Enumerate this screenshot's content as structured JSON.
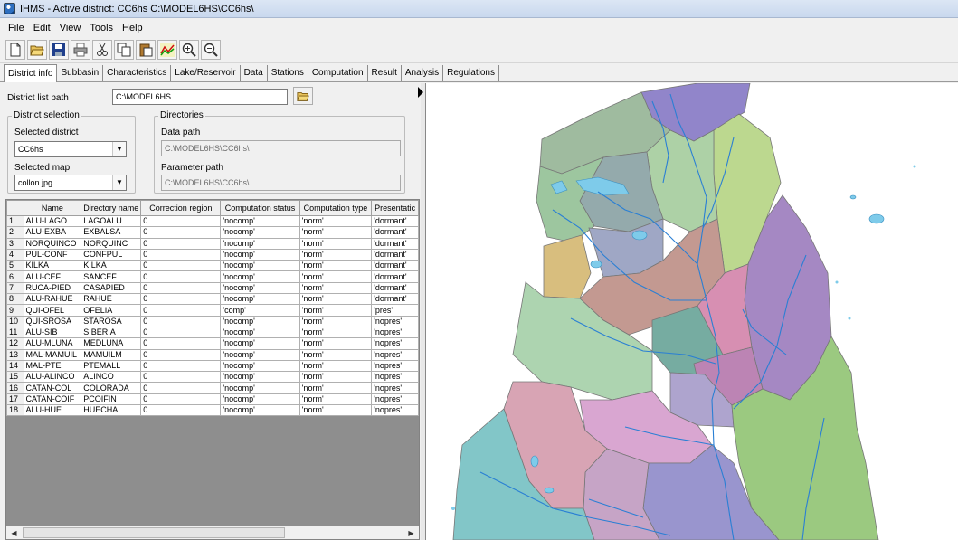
{
  "window": {
    "title": "IHMS - Active district: CC6hs C:\\MODEL6HS\\CC6hs\\"
  },
  "menu": [
    "File",
    "Edit",
    "View",
    "Tools",
    "Help"
  ],
  "toolbar": [
    {
      "icon": "new-file-icon"
    },
    {
      "icon": "open-folder-icon"
    },
    {
      "icon": "save-icon"
    },
    {
      "icon": "print-icon"
    },
    {
      "icon": "cut-icon"
    },
    {
      "icon": "copy-icon"
    },
    {
      "icon": "paste-icon"
    },
    {
      "icon": "chart-icon"
    },
    {
      "icon": "zoom-in-icon"
    },
    {
      "icon": "zoom-out-icon"
    }
  ],
  "tabs": [
    "District info",
    "Subbasin",
    "Characteristics",
    "Lake/Reservoir",
    "Data",
    "Stations",
    "Computation",
    "Result",
    "Analysis",
    "Regulations"
  ],
  "district": {
    "list_path_label": "District list path",
    "list_path_value": "C:\\MODEL6HS",
    "selection_group": "District selection",
    "selected_district_label": "Selected district",
    "selected_district_value": "CC6hs",
    "selected_map_label": "Selected map",
    "selected_map_value": "collon.jpg",
    "directories_group": "Directories",
    "data_path_label": "Data path",
    "data_path_value": "C:\\MODEL6HS\\CC6hs\\",
    "parameter_path_label": "Parameter path",
    "parameter_path_value": "C:\\MODEL6HS\\CC6hs\\"
  },
  "grid": {
    "columns": [
      "",
      "Name",
      "Directory name",
      "Correction region",
      "Computation status",
      "Computation type",
      "Presentatic"
    ],
    "rows": [
      [
        "1",
        "ALU-LAGO",
        "LAGOALU",
        "0",
        "'nocomp'",
        "'norm'",
        "'dormant'"
      ],
      [
        "2",
        "ALU-EXBA",
        "EXBALSA",
        "0",
        "'nocomp'",
        "'norm'",
        "'dormant'"
      ],
      [
        "3",
        "NORQUINCO",
        "NORQUINC",
        "0",
        "'nocomp'",
        "'norm'",
        "'dormant'"
      ],
      [
        "4",
        "PUL-CONF",
        "CONFPUL",
        "0",
        "'nocomp'",
        "'norm'",
        "'dormant'"
      ],
      [
        "5",
        "KILKA",
        "KILKA",
        "0",
        "'nocomp'",
        "'norm'",
        "'dormant'"
      ],
      [
        "6",
        "ALU-CEF",
        "SANCEF",
        "0",
        "'nocomp'",
        "'norm'",
        "'dormant'"
      ],
      [
        "7",
        "RUCA-PIED",
        "CASAPIED",
        "0",
        "'nocomp'",
        "'norm'",
        "'dormant'"
      ],
      [
        "8",
        "ALU-RAHUE",
        "RAHUE",
        "0",
        "'nocomp'",
        "'norm'",
        "'dormant'"
      ],
      [
        "9",
        "QUI-OFEL",
        "OFELIA",
        "0",
        "'comp'",
        "'norm'",
        "'pres'"
      ],
      [
        "10",
        "QUI-SROSA",
        "STAROSA",
        "0",
        "'nocomp'",
        "'norm'",
        "'nopres'"
      ],
      [
        "11",
        "ALU-SIB",
        "SIBERIA",
        "0",
        "'nocomp'",
        "'norm'",
        "'nopres'"
      ],
      [
        "12",
        "ALU-MLUNA",
        "MEDLUNA",
        "0",
        "'nocomp'",
        "'norm'",
        "'nopres'"
      ],
      [
        "13",
        "MAL-MAMUIL",
        "MAMUILM",
        "0",
        "'nocomp'",
        "'norm'",
        "'nopres'"
      ],
      [
        "14",
        "MAL-PTE",
        "PTEMALL",
        "0",
        "'nocomp'",
        "'norm'",
        "'nopres'"
      ],
      [
        "15",
        "ALU-ALINCO",
        "ALINCO",
        "0",
        "'nocomp'",
        "'norm'",
        "'nopres'"
      ],
      [
        "16",
        "CATAN-COL",
        "COLORADA",
        "0",
        "'nocomp'",
        "'norm'",
        "'nopres'"
      ],
      [
        "17",
        "CATAN-COIF",
        "PCOIFIN",
        "0",
        "'nocomp'",
        "'norm'",
        "'nopres'"
      ],
      [
        "18",
        "ALU-HUE",
        "HUECHA",
        "0",
        "'nocomp'",
        "'norm'",
        "'nopres'"
      ]
    ]
  },
  "colors": {
    "grid_empty": "#8e8e8e",
    "river": "#2a7fd4",
    "lake": "#7ecbea"
  }
}
